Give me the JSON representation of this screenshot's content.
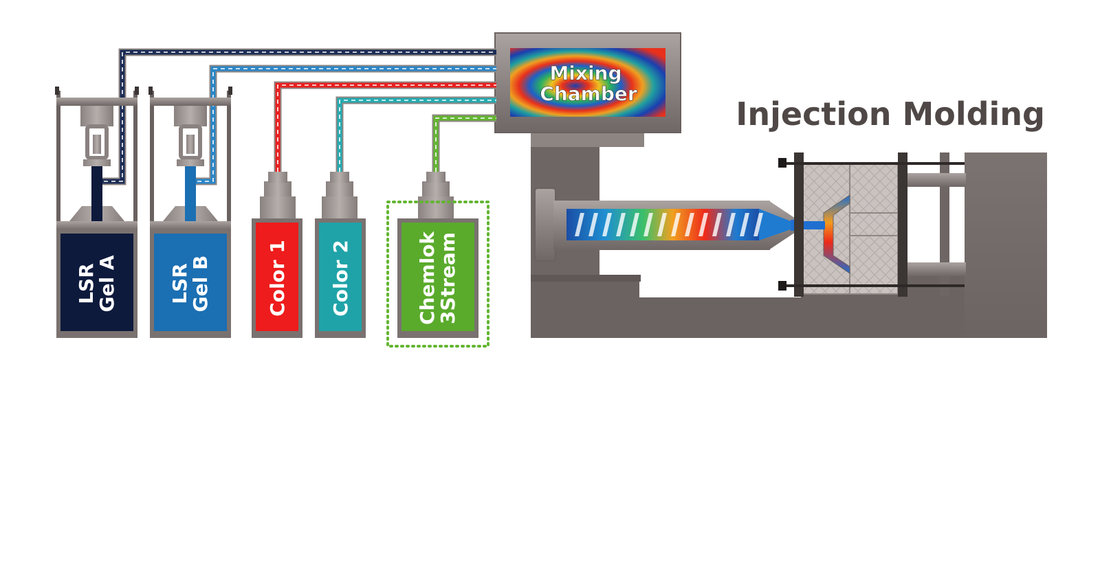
{
  "title": "Injection Molding",
  "mixing_chamber": {
    "line1": "Mixing",
    "line2": "Chamber"
  },
  "tanks": [
    {
      "id": "gel-a",
      "line1": "LSR",
      "line2": "Gel A",
      "fill": "#0d1a3c",
      "pipe": "#1b2c55"
    },
    {
      "id": "gel-b",
      "line1": "LSR",
      "line2": "Gel B",
      "fill": "#1b6fb3",
      "pipe": "#2a86c8"
    },
    {
      "id": "color-1",
      "line1": "Color 1",
      "line2": "",
      "fill": "#ee1c1c",
      "pipe": "#e8201f"
    },
    {
      "id": "color-2",
      "line1": "Color 2",
      "line2": "",
      "fill": "#1fa3a8",
      "pipe": "#25aab0"
    },
    {
      "id": "chemlok",
      "line1": "Chemlok",
      "line2": "3Stream",
      "fill": "#5aab2c",
      "pipe": "#62b531",
      "highlight": true
    }
  ],
  "colors": {
    "machine": "#6e6664",
    "machine_dark": "#5a5452",
    "title_text": "#4f4846",
    "label_text": "#ffffff"
  }
}
